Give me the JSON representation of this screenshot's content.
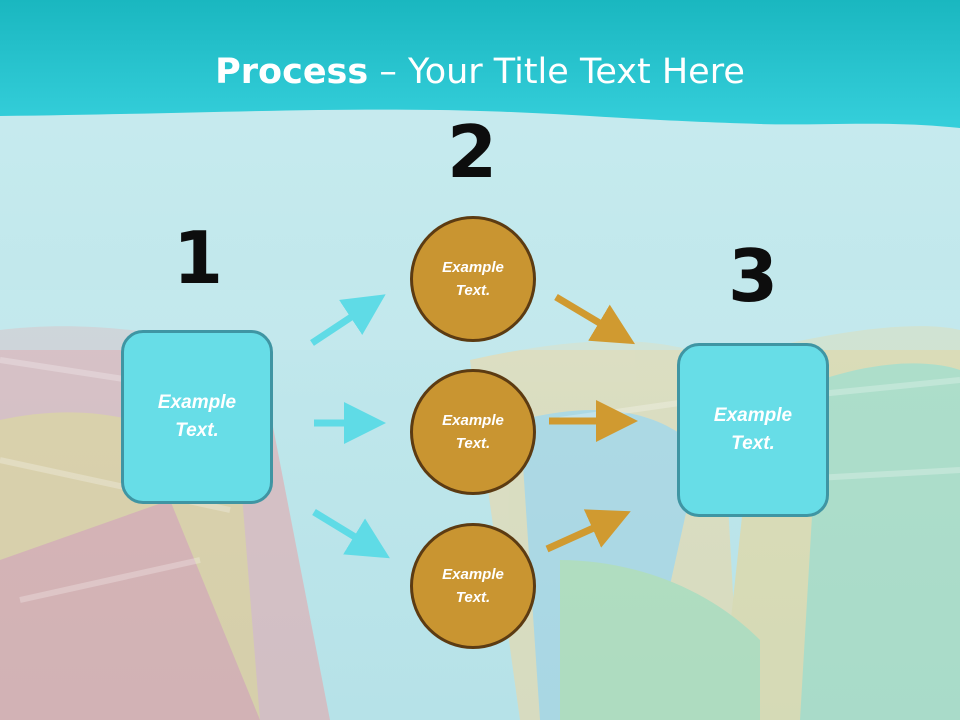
{
  "slide": {
    "title_bold": "Process",
    "title_rest": " – Your Title Text Here"
  },
  "steps": {
    "step1_number": "1",
    "step2_number": "2",
    "step3_number": "3"
  },
  "boxes": {
    "left_text": "Example Text.",
    "right_text": "Example Text."
  },
  "circles": [
    {
      "text": "Example Text."
    },
    {
      "text": "Example Text."
    },
    {
      "text": "Example Text."
    }
  ],
  "colors": {
    "header": "#2ec7d3",
    "box_fill": "#67dde7",
    "box_border": "#3f95a3",
    "circle_fill": "#c99531",
    "circle_border": "#5c3b12",
    "arrow_cyan": "#5fdbe6",
    "arrow_gold": "#d09a30"
  }
}
